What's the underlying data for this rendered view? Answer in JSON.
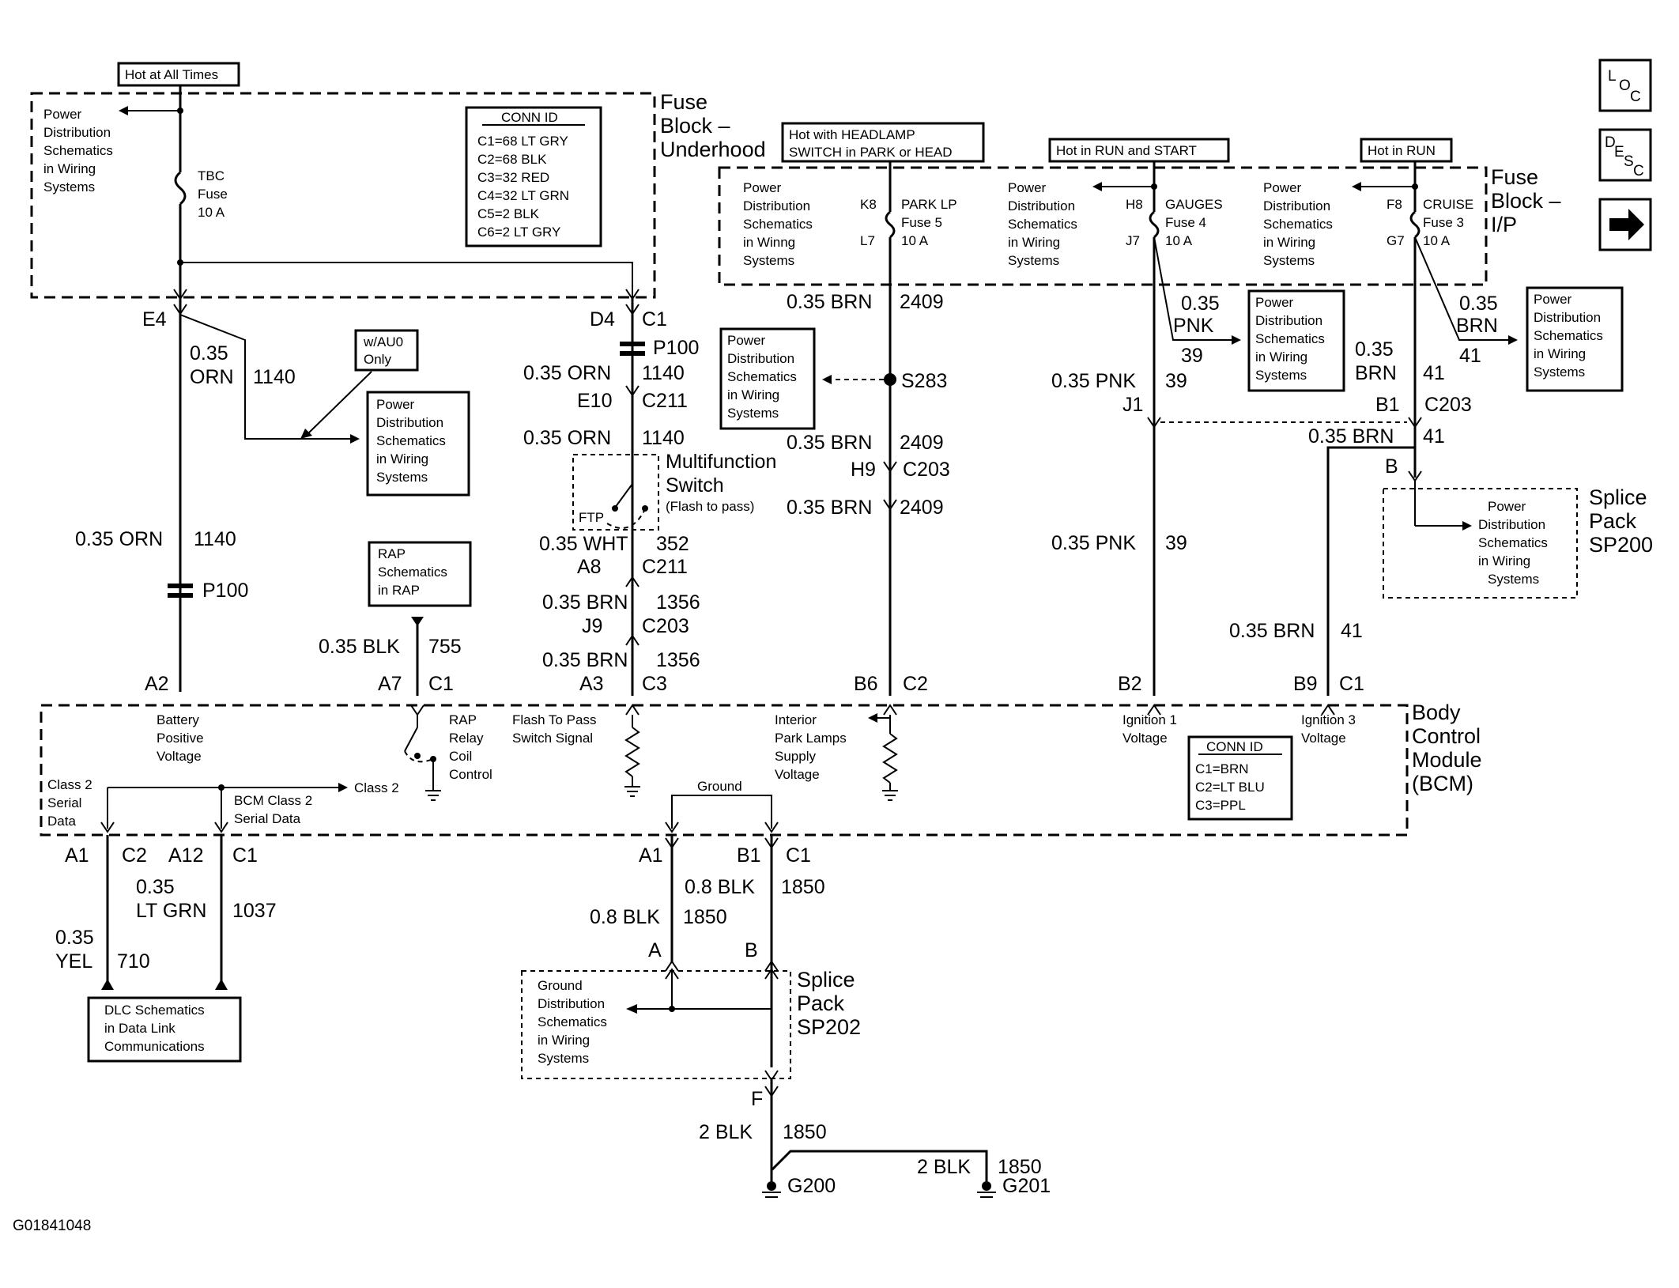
{
  "diagram": {
    "figure_id": "G01841048",
    "hot_at_all_times": "Hot at All Times",
    "hot_headlamp_l1": "Hot with HEADLAMP",
    "hot_headlamp_l2": "SWITCH in PARK or HEAD",
    "hot_run_start": "Hot in RUN and START",
    "hot_run": "Hot in RUN",
    "fuse_block_underhood": [
      "Fuse",
      "Block –",
      "Underhood"
    ],
    "fuse_block_ip": [
      "Fuse",
      "Block –",
      "I/P"
    ],
    "bcm": [
      "Body",
      "Control",
      "Module",
      "(BCM)"
    ],
    "sp200": [
      "Splice",
      "Pack",
      "SP200"
    ],
    "sp202": [
      "Splice",
      "Pack",
      "SP202"
    ],
    "multifunction": [
      "Multifunction",
      "Switch"
    ],
    "flash_to_pass_note": "(Flash to pass)",
    "ftp": "FTP",
    "pds": [
      "Power",
      "Distribution",
      "Schematics",
      "in Wiring",
      "Systems"
    ],
    "pds_winng": [
      "Power",
      "Distribution",
      "Schematics",
      "in Winng",
      "Systems"
    ],
    "rap_schem": [
      "RAP",
      "Schematics",
      "in RAP"
    ],
    "dlc_schem": [
      "DLC Schematics",
      "in Data Link",
      "Communications"
    ],
    "ground_dist": [
      "Ground",
      "Distribution",
      "Schematics",
      "in Wiring",
      "Systems"
    ],
    "wau0": [
      "w/AU0",
      "Only"
    ],
    "conn_id_fuse": {
      "title": "CONN ID",
      "lines": [
        "C1=68 LT GRY",
        "C2=68 BLK",
        "C3=32 RED",
        "C4=32 LT GRN",
        "C5=2 BLK",
        "C6=2 LT GRY"
      ]
    },
    "conn_id_bcm": {
      "title": "CONN ID",
      "lines": [
        "C1=BRN",
        "C2=LT BLU",
        "C3=PPL"
      ]
    },
    "fuses": {
      "tbc": [
        "TBC",
        "Fuse",
        "10 A"
      ],
      "park": [
        "PARK LP",
        "Fuse 5",
        "10 A"
      ],
      "gauges": [
        "GAUGES",
        "Fuse 4",
        "10 A"
      ],
      "cruise": [
        "CRUISE",
        "Fuse 3",
        "10 A"
      ]
    },
    "bcm_labels": {
      "battery": [
        "Battery",
        "Positive",
        "Voltage"
      ],
      "rap_relay": [
        "RAP",
        "Relay",
        "Coil",
        "Control"
      ],
      "flash_signal": [
        "Flash To Pass",
        "Switch Signal"
      ],
      "interior": [
        "Interior",
        "Park Lamps",
        "Supply",
        "Voltage"
      ],
      "ign1": [
        "Ignition 1",
        "Voltage"
      ],
      "ign3": [
        "Ignition 3",
        "Voltage"
      ],
      "class2_serial": [
        "Class 2",
        "Serial",
        "Data"
      ],
      "bcm_class2": [
        "BCM Class 2",
        "Serial Data"
      ],
      "class2": "Class 2",
      "ground": "Ground"
    },
    "wire_labels": {
      "e4": "E4",
      "d4": "D4",
      "c1": "C1",
      "p100": "P100",
      "e10": "E10",
      "c211": "C211",
      "orn035": "0.35",
      "orn": "ORN",
      "w1140": "1140",
      "orn_full": "0.35 ORN",
      "wht": "0.35 WHT",
      "w352": "352",
      "a8": "A8",
      "brn_full": "0.35 BRN",
      "w1356": "1356",
      "j9": "J9",
      "c203": "C203",
      "a3": "A3",
      "c3": "C3",
      "w2409": "2409",
      "s283": "S283",
      "h9": "H9",
      "b6": "B6",
      "c2": "C2",
      "k8": "K8",
      "l7": "L7",
      "h8": "H8",
      "j7": "J7",
      "f8": "F8",
      "g7": "G7",
      "pnk_full": "0.35 PNK",
      "w39": "39",
      "pnk": "PNK",
      "j1": "J1",
      "b2": "B2",
      "brn": "BRN",
      "w41": "41",
      "b1": "B1",
      "b": "B",
      "b9": "B9",
      "a2": "A2",
      "a7": "A7",
      "blk_full": "0.35 BLK",
      "w755": "755",
      "a1": "A1",
      "a12": "A12",
      "ltgrn": "LT GRN",
      "w1037": "1037",
      "yel": "YEL",
      "w710": "710",
      "blk08": "0.8 BLK",
      "w1850": "1850",
      "a": "A",
      "f": "F",
      "blk2": "2 BLK",
      "g200": "G200",
      "g201": "G201"
    }
  },
  "nav": {
    "loc": [
      "L",
      "O",
      "C"
    ],
    "desc": [
      "D",
      "E",
      "S",
      "C"
    ],
    "next": "→"
  }
}
